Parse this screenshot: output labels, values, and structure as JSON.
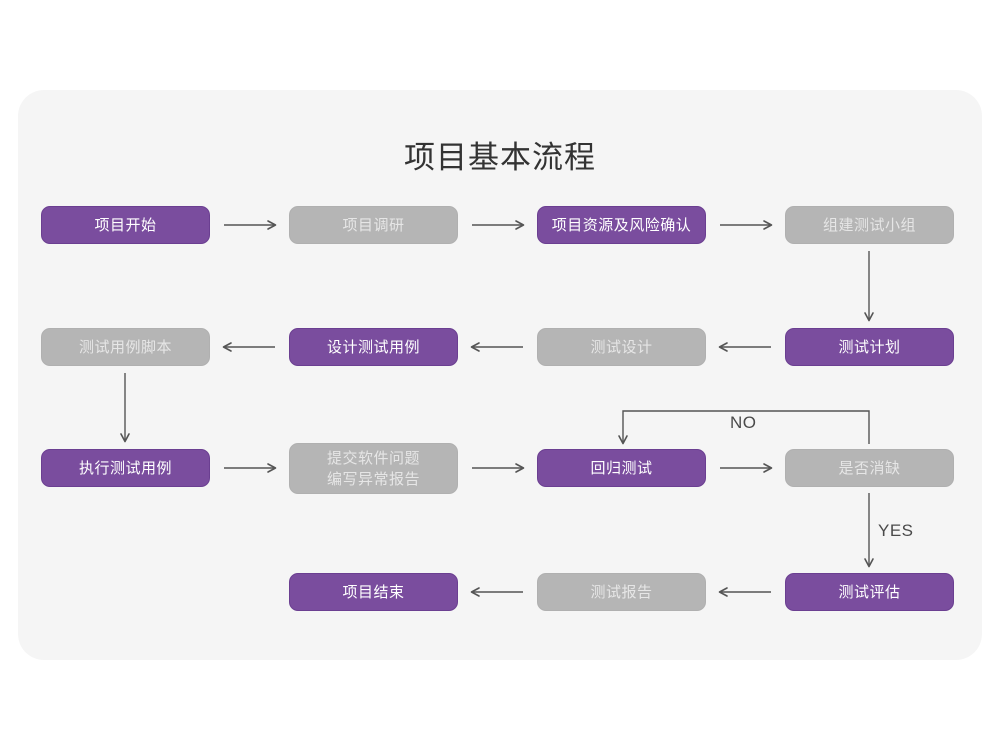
{
  "page": {
    "title": "项目基本流程",
    "card_background": "#f5f5f5",
    "page_background": "#ffffff"
  },
  "palette": {
    "purple_fill": "#7a4d9e",
    "purple_border": "#6b3f91",
    "purple_text": "#ffffff",
    "gray_fill": "#b5b5b5",
    "gray_border": "#b0b0b0",
    "gray_text": "#e6e6e6",
    "arrow": "#555555",
    "title_text": "#333333",
    "edge_label_text": "#4a4a4a"
  },
  "chart_data": {
    "type": "diagram",
    "title": "项目基本流程",
    "nodes": [
      {
        "id": "n1",
        "label": "项目开始",
        "style": "purple",
        "row": 1,
        "col": 1
      },
      {
        "id": "n2",
        "label": "项目调研",
        "style": "gray",
        "row": 1,
        "col": 2
      },
      {
        "id": "n3",
        "label": "项目资源及风险确认",
        "style": "purple",
        "row": 1,
        "col": 3
      },
      {
        "id": "n4",
        "label": "组建测试小组",
        "style": "gray",
        "row": 1,
        "col": 4
      },
      {
        "id": "n5",
        "label": "测试用例脚本",
        "style": "gray",
        "row": 2,
        "col": 1
      },
      {
        "id": "n6",
        "label": "设计测试用例",
        "style": "purple",
        "row": 2,
        "col": 2
      },
      {
        "id": "n7",
        "label": "测试设计",
        "style": "gray",
        "row": 2,
        "col": 3
      },
      {
        "id": "n8",
        "label": "测试计划",
        "style": "purple",
        "row": 2,
        "col": 4
      },
      {
        "id": "n9",
        "label": "执行测试用例",
        "style": "purple",
        "row": 3,
        "col": 1
      },
      {
        "id": "n10",
        "label": "提交软件问题\n编写异常报告",
        "style": "gray",
        "row": 3,
        "col": 2
      },
      {
        "id": "n11",
        "label": "回归测试",
        "style": "purple",
        "row": 3,
        "col": 3
      },
      {
        "id": "n12",
        "label": "是否消缺",
        "style": "gray",
        "row": 3,
        "col": 4
      },
      {
        "id": "n13",
        "label": "项目结束",
        "style": "purple",
        "row": 4,
        "col": 2
      },
      {
        "id": "n14",
        "label": "测试报告",
        "style": "gray",
        "row": 4,
        "col": 3
      },
      {
        "id": "n15",
        "label": "测试评估",
        "style": "purple",
        "row": 4,
        "col": 4
      }
    ],
    "edges": [
      {
        "from": "n1",
        "to": "n2",
        "label": "",
        "direction": "right"
      },
      {
        "from": "n2",
        "to": "n3",
        "label": "",
        "direction": "right"
      },
      {
        "from": "n3",
        "to": "n4",
        "label": "",
        "direction": "right"
      },
      {
        "from": "n4",
        "to": "n8",
        "label": "",
        "direction": "down"
      },
      {
        "from": "n8",
        "to": "n7",
        "label": "",
        "direction": "left"
      },
      {
        "from": "n7",
        "to": "n6",
        "label": "",
        "direction": "left"
      },
      {
        "from": "n6",
        "to": "n5",
        "label": "",
        "direction": "left"
      },
      {
        "from": "n5",
        "to": "n9",
        "label": "",
        "direction": "down"
      },
      {
        "from": "n9",
        "to": "n10",
        "label": "",
        "direction": "right"
      },
      {
        "from": "n10",
        "to": "n11",
        "label": "",
        "direction": "right"
      },
      {
        "from": "n11",
        "to": "n12",
        "label": "",
        "direction": "right"
      },
      {
        "from": "n12",
        "to": "n11",
        "label": "NO",
        "direction": "loop-up-left"
      },
      {
        "from": "n12",
        "to": "n15",
        "label": "YES",
        "direction": "down"
      },
      {
        "from": "n15",
        "to": "n14",
        "label": "",
        "direction": "left"
      },
      {
        "from": "n14",
        "to": "n13",
        "label": "",
        "direction": "left"
      }
    ],
    "edge_labels": [
      {
        "id": "no-label",
        "text": "NO"
      },
      {
        "id": "yes-label",
        "text": "YES"
      }
    ]
  }
}
